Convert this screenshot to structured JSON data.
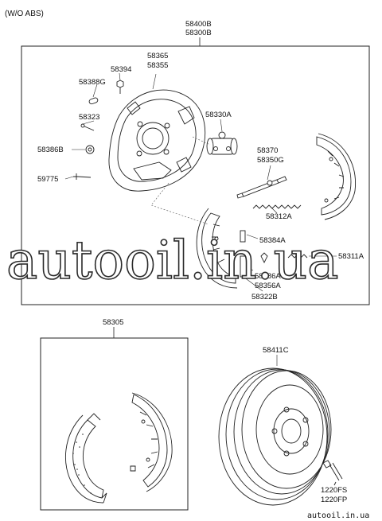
{
  "header": {
    "variant": "(W/O ABS)"
  },
  "groups": {
    "backing_plate_group": [
      "58400B",
      "58300B"
    ],
    "shoe_group": "58305",
    "drum_group": "58411C"
  },
  "parts": {
    "p58365": "58365",
    "p58355": "58355",
    "p58394": "58394",
    "p58388G": "58388G",
    "p58323": "58323",
    "p58386B": "58386B",
    "p59775": "59775",
    "p58330A": "58330A",
    "p58370": "58370",
    "p58350G": "58350G",
    "p58312A": "58312A",
    "p58384A": "58384A",
    "p58311A": "58311A",
    "p58386A": "58386A",
    "p58356A": "58356A",
    "p58322B": "58322B",
    "p1220FS": "1220FS",
    "p1220FP": "1220FP"
  },
  "watermark": {
    "text": "autooil.in.ua",
    "site": "autooil.in.ua"
  }
}
